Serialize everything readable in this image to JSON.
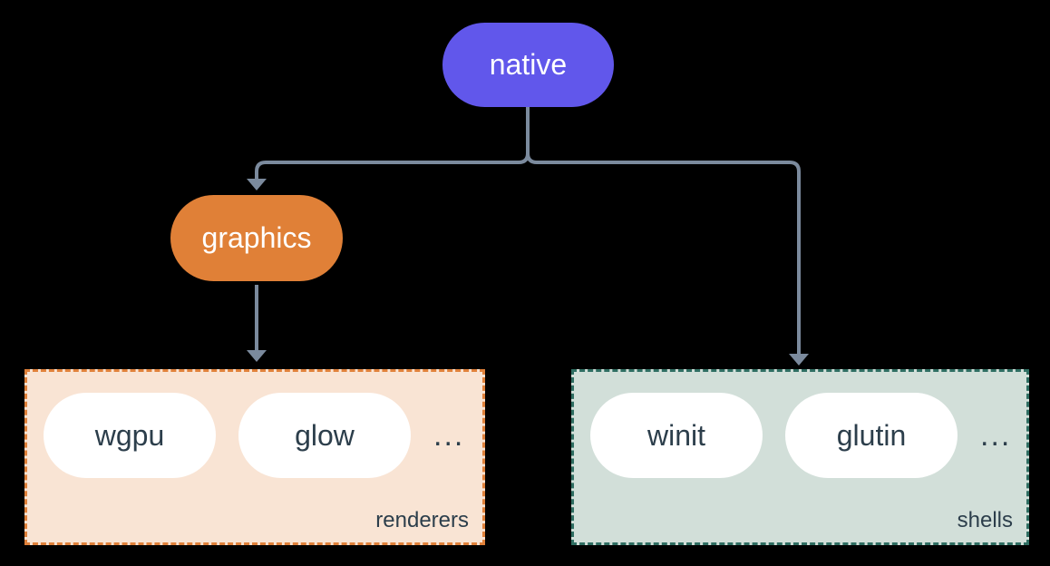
{
  "colors": {
    "background": "#000000",
    "native_fill": "#6157eb",
    "graphics_fill": "#e08037",
    "renderers_fill": "#f9e4d4",
    "renderers_border": "#e0813a",
    "shells_fill": "#d2dfd9",
    "shells_border": "#2f6e62",
    "pill_fill": "#ffffff",
    "connector": "#7b8a9d",
    "dark_text": "#2c3e4b",
    "light_text": "#ffffff"
  },
  "nodes": {
    "native": {
      "label": "native"
    },
    "graphics": {
      "label": "graphics"
    }
  },
  "groups": {
    "renderers": {
      "label": "renderers",
      "items": [
        {
          "label": "wgpu"
        },
        {
          "label": "glow"
        }
      ],
      "more": "..."
    },
    "shells": {
      "label": "shells",
      "items": [
        {
          "label": "winit"
        },
        {
          "label": "glutin"
        }
      ],
      "more": "..."
    }
  },
  "edges": [
    {
      "from": "native",
      "to": "graphics"
    },
    {
      "from": "native",
      "to": "shells"
    },
    {
      "from": "graphics",
      "to": "renderers"
    }
  ]
}
